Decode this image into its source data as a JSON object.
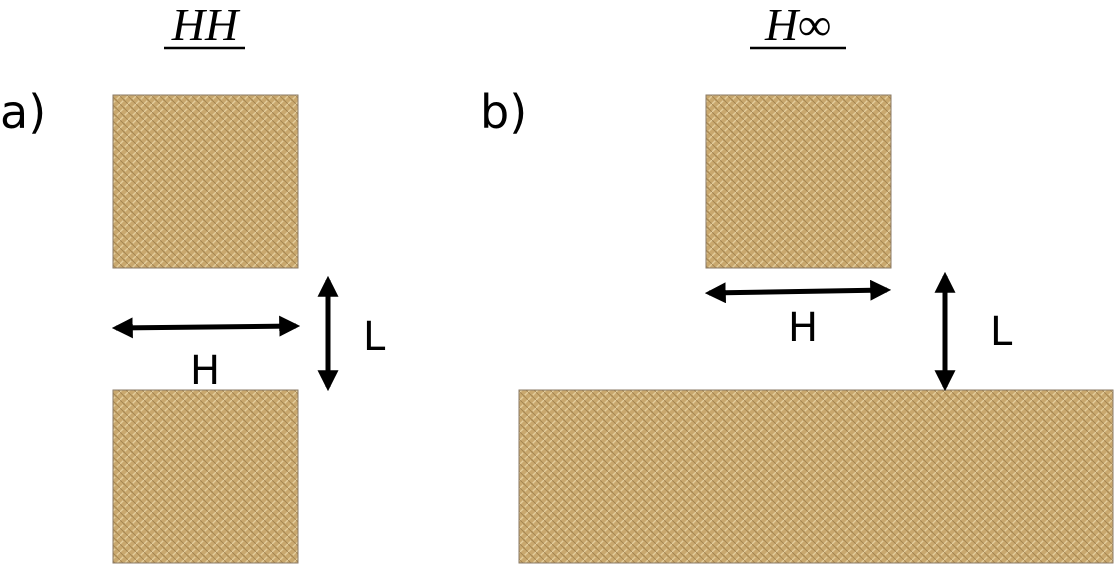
{
  "panel_a": {
    "title": "HH",
    "label": "a)",
    "width_label": "H",
    "gap_label": "L"
  },
  "panel_b": {
    "title": "H∞",
    "label": "b)",
    "width_label": "H",
    "gap_label": "L"
  },
  "colors": {
    "block_base": "#c9a86e",
    "block_light": "#e3cd9c",
    "block_dark": "#8e6f3e",
    "arrow": "#000000"
  }
}
